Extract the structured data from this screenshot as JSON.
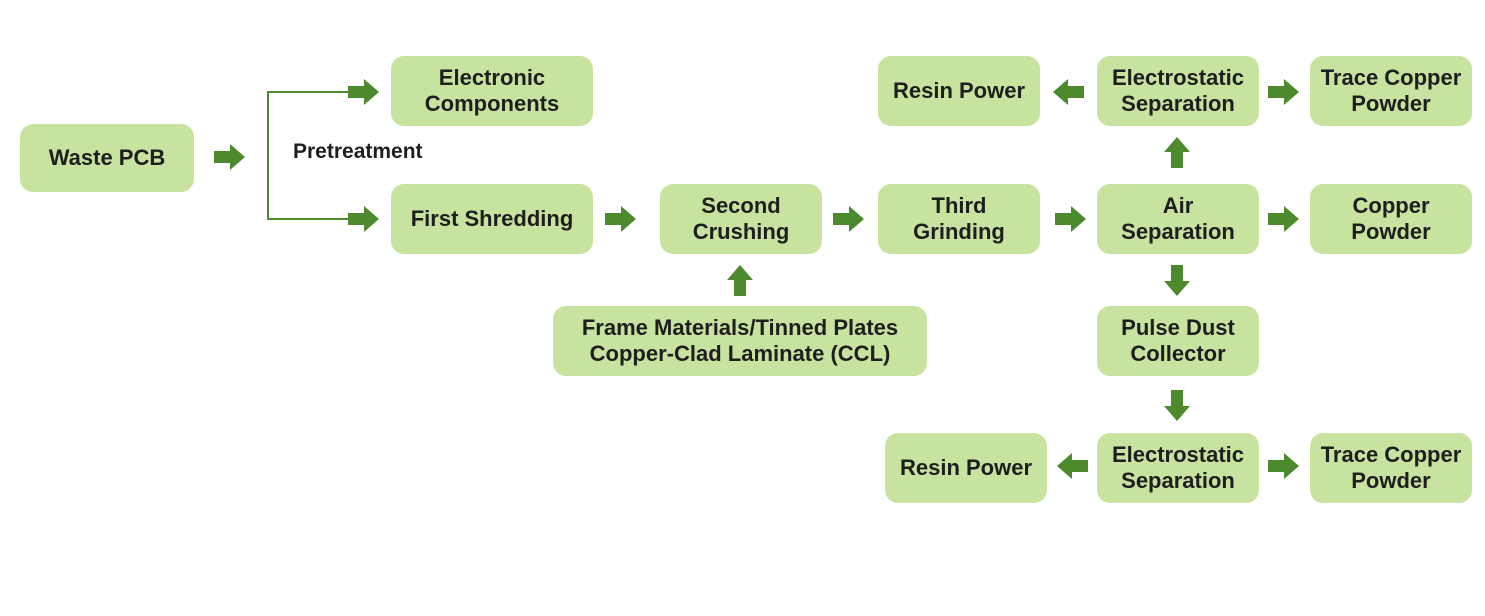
{
  "colors": {
    "box_fill": "#c8e3a0",
    "arrow": "#4d8a2e",
    "line": "#4d8a2e",
    "text": "#1e1e1e"
  },
  "nodes": {
    "waste_pcb": "Waste PCB",
    "electronic_components": "Electronic\nComponents",
    "first_shredding": "First Shredding",
    "second_crushing": "Second\nCrushing",
    "third_grinding": "Third\nGrinding",
    "air_separation": "Air\nSeparation",
    "copper_powder": "Copper\nPowder",
    "electrostatic_separation_top": "Electrostatic\nSeparation",
    "resin_power_top": "Resin Power",
    "trace_copper_powder_top": "Trace Copper\nPowder",
    "frame_materials": "Frame Materials/Tinned Plates\nCopper-Clad Laminate (CCL)",
    "pulse_dust_collector": "Pulse Dust\nCollector",
    "electrostatic_separation_bottom": "Electrostatic\nSeparation",
    "resin_power_bottom": "Resin Power",
    "trace_copper_powder_bottom": "Trace Copper\nPowder"
  },
  "labels": {
    "pretreatment": "Pretreatment"
  },
  "arrows": [
    {
      "name": "arrow-waste-to-branch",
      "dir": "right"
    },
    {
      "name": "arrow-to-electronic-components",
      "dir": "right"
    },
    {
      "name": "arrow-to-first-shredding",
      "dir": "right"
    },
    {
      "name": "arrow-first-to-second",
      "dir": "right"
    },
    {
      "name": "arrow-second-to-third",
      "dir": "right"
    },
    {
      "name": "arrow-third-to-air",
      "dir": "right"
    },
    {
      "name": "arrow-air-to-copper",
      "dir": "right"
    },
    {
      "name": "arrow-air-to-electrostatic-top",
      "dir": "up"
    },
    {
      "name": "arrow-electrostatic-top-to-resin",
      "dir": "left"
    },
    {
      "name": "arrow-electrostatic-top-to-trace",
      "dir": "right"
    },
    {
      "name": "arrow-frame-to-second",
      "dir": "up"
    },
    {
      "name": "arrow-air-to-pulse",
      "dir": "down"
    },
    {
      "name": "arrow-pulse-to-electrostatic-bottom",
      "dir": "down"
    },
    {
      "name": "arrow-electrostatic-bottom-to-resin",
      "dir": "left"
    },
    {
      "name": "arrow-electrostatic-bottom-to-trace",
      "dir": "right"
    }
  ]
}
